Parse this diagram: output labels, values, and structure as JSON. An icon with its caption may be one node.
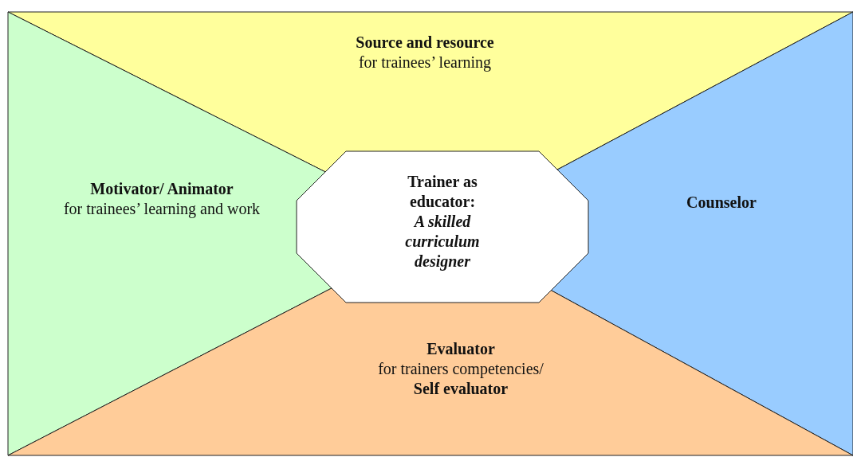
{
  "diagram": {
    "nodes": [
      {
        "text": [
          "Source and resource",
          "for trainees’ learning"
        ]
      },
      {
        "text": [
          "Motivator/ Animator",
          "for trainees’ learning and work"
        ]
      },
      {
        "text": [
          "Trainer as educator:",
          "A skilled curriculum designer"
        ]
      },
      {
        "text": [
          "Counselor"
        ]
      },
      {
        "text": [
          "Evaluator",
          "for trainers competencies/",
          "Self evaluator"
        ]
      }
    ]
  }
}
